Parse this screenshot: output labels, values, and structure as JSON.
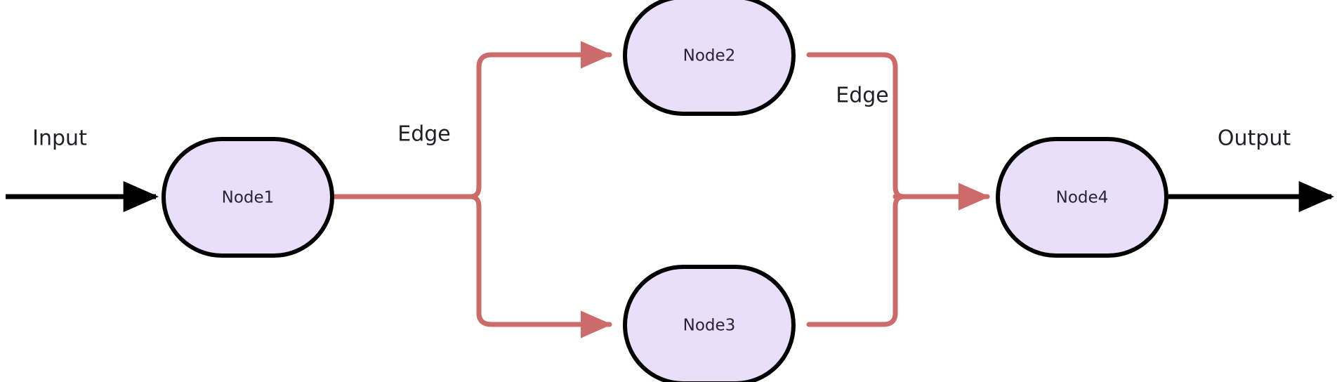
{
  "diagram": {
    "type": "flowchart",
    "orientation": "left-to-right",
    "background_color": "#ffffff",
    "node_fill_color": "#e9dffb",
    "node_stroke_color": "#000000",
    "edge_color": "#cd6b6b",
    "io_arrow_color": "#000000",
    "text_color": "#262433",
    "nodes": [
      {
        "id": "node1",
        "label": "Node1"
      },
      {
        "id": "node2",
        "label": "Node2"
      },
      {
        "id": "node3",
        "label": "Node3"
      },
      {
        "id": "node4",
        "label": "Node4"
      }
    ],
    "edge_labels": [
      {
        "id": "edge-label-1",
        "label": "Edge"
      },
      {
        "id": "edge-label-2",
        "label": "Edge"
      }
    ],
    "io_labels": [
      {
        "id": "input",
        "label": "Input"
      },
      {
        "id": "output",
        "label": "Output"
      }
    ]
  }
}
